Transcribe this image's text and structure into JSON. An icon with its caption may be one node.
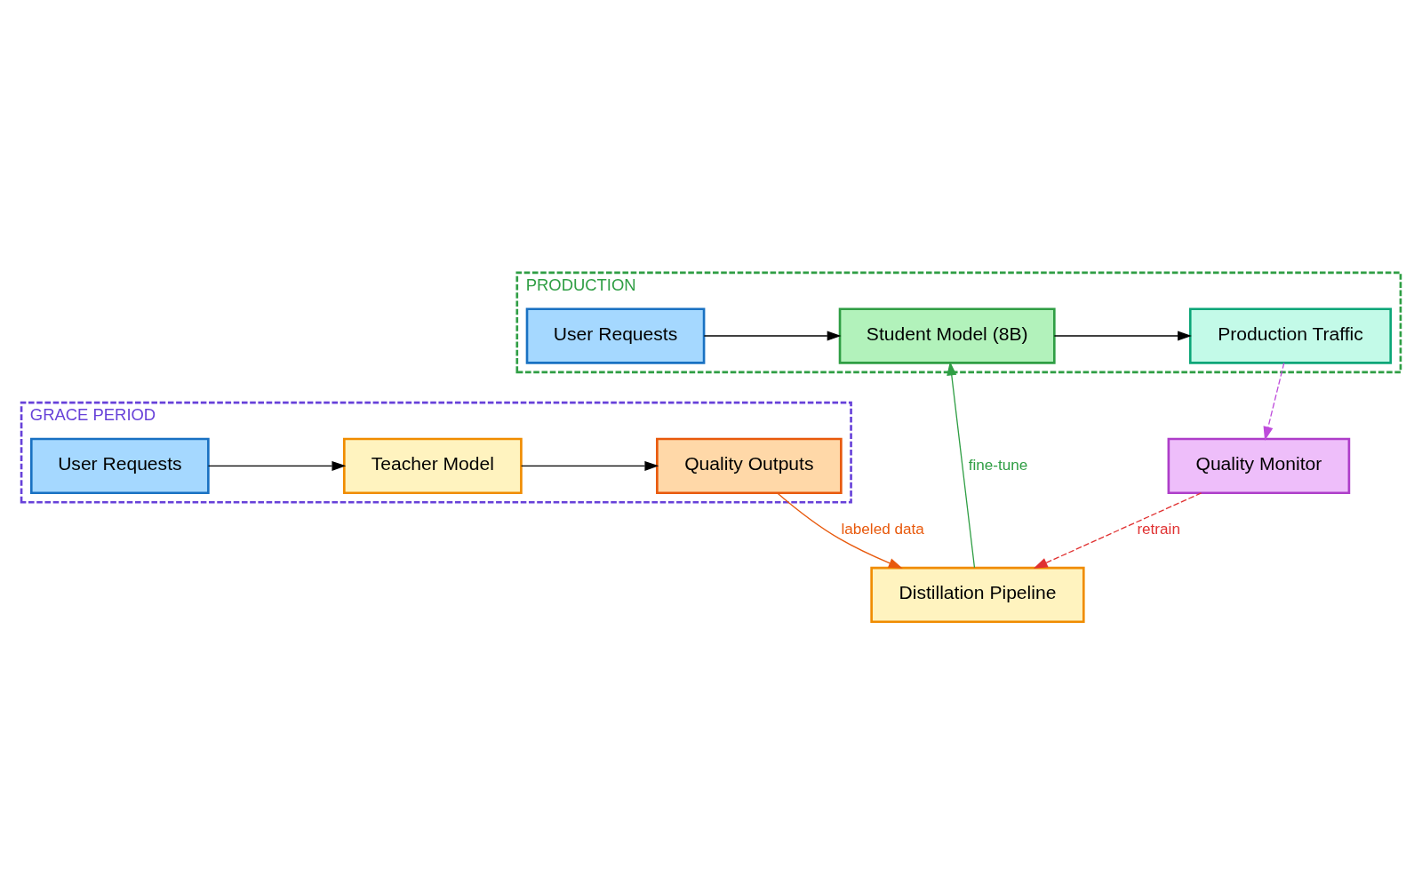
{
  "diagram": {
    "nodes": [
      {
        "text": [
          "GRACE PERIOD"
        ]
      },
      {
        "text": [
          "User Requests"
        ],
        "in": 0
      },
      {
        "text": [
          "Teacher Model"
        ],
        "in": 0
      },
      {
        "text": [
          "Quality Outputs"
        ],
        "in": 0
      },
      {
        "text": [
          "Distillation Pipeline"
        ]
      },
      {
        "text": [
          "Quality Monitor"
        ]
      },
      {
        "text": [
          "PRODUCTION"
        ]
      },
      {
        "text": [
          "User Requests"
        ],
        "in": 6
      },
      {
        "text": [
          "Student Model (8B)"
        ],
        "in": 6
      },
      {
        "text": [
          "Production Traffic"
        ],
        "in": 6
      }
    ],
    "edges": [
      {
        "from": 1,
        "to": 2,
        "arrow": "to"
      },
      {
        "from": 2,
        "to": 3,
        "arrow": "to"
      },
      {
        "from": 3,
        "to": 4,
        "arrow": "to",
        "label": "labeled data",
        "color": "#e8590c"
      },
      {
        "from": 4,
        "to": 8,
        "arrow": "to",
        "label": "fine-tune",
        "color": "#2f9e44"
      },
      {
        "from": 5,
        "to": 4,
        "arrow": "to",
        "label": "retrain",
        "style": "dashed",
        "color": "#e03131"
      },
      {
        "from": 9,
        "to": 5,
        "arrow": "to",
        "style": "dashed",
        "color": "#be4bdb"
      },
      {
        "from": 7,
        "to": 8,
        "arrow": "to"
      },
      {
        "from": 8,
        "to": 9,
        "arrow": "to"
      }
    ]
  }
}
